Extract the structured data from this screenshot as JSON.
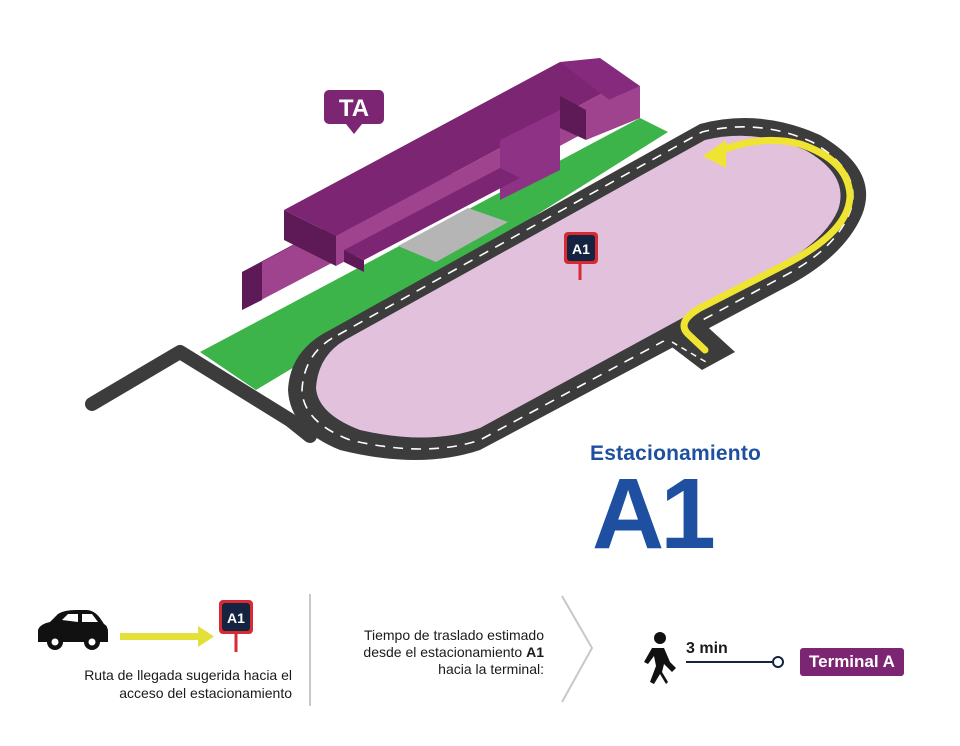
{
  "map": {
    "terminal_label": "TA",
    "parking_marker_label": "A1",
    "colors": {
      "terminal": "#7b2573",
      "terminal_light": "#a0438f",
      "terminal_dark": "#5e1a57",
      "lawn": "#3cb44a",
      "parking_lot": "#e2c1dc",
      "road": "#3c3c3c",
      "route": "#f0e432",
      "marker_red": "#d72a33",
      "marker_navy": "#14233f",
      "walkway": "#b5b5b5"
    }
  },
  "parking": {
    "label": "Estacionamiento",
    "code": "A1",
    "title_color": "#1e4fa0"
  },
  "legend": {
    "arrival_text_line1": "Ruta de llegada sugerida hacia el",
    "arrival_text_line2": "acceso del estacionamiento",
    "arrival_marker_label": "A1",
    "time_text_line1": "Tiempo de traslado estimado",
    "time_text_line2_prefix": "desde el estacionamiento ",
    "time_text_line2_bold": "A1",
    "time_text_line3": "hacia la terminal:",
    "walk_time": "3 min",
    "destination": "Terminal A"
  }
}
